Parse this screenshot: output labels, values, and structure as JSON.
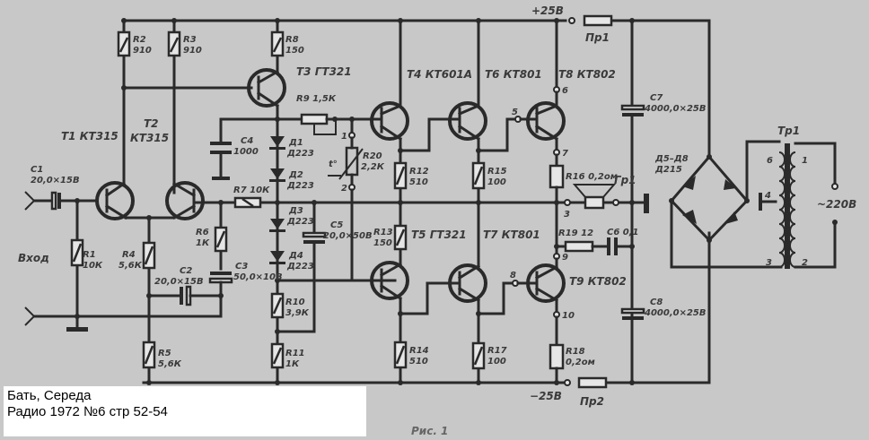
{
  "caption": {
    "authors": "Бать, Середа",
    "source": "Радио 1972 №6 стр 52-54"
  },
  "figure_label": "Рис. 1",
  "supply": {
    "plus": "+25В",
    "minus": "−25В",
    "mains": "~220В"
  },
  "input_label": "Вход",
  "fuses": [
    {
      "ref": "Пр1"
    },
    {
      "ref": "Пр2"
    }
  ],
  "speaker": {
    "ref": "Гр1"
  },
  "transformer": {
    "ref": "Тр1",
    "pins": [
      "1",
      "2",
      "3",
      "4",
      "6"
    ]
  },
  "transistors": [
    {
      "ref": "Т1",
      "type": "КТ315"
    },
    {
      "ref": "Т2",
      "type": "КТ315"
    },
    {
      "ref": "Т3",
      "type": "ГТ321"
    },
    {
      "ref": "Т4",
      "type": "КТ601А"
    },
    {
      "ref": "Т5",
      "type": "ГТ321"
    },
    {
      "ref": "Т6",
      "type": "КТ801"
    },
    {
      "ref": "Т7",
      "type": "КТ801"
    },
    {
      "ref": "Т8",
      "type": "КТ802"
    },
    {
      "ref": "Т9",
      "type": "КТ802"
    }
  ],
  "resistors": [
    {
      "ref": "R1",
      "value": "10К"
    },
    {
      "ref": "R2",
      "value": "910"
    },
    {
      "ref": "R3",
      "value": "910"
    },
    {
      "ref": "R4",
      "value": "5,6К"
    },
    {
      "ref": "R5",
      "value": "5,6К"
    },
    {
      "ref": "R6",
      "value": "1К"
    },
    {
      "ref": "R7",
      "value": "10К"
    },
    {
      "ref": "R8",
      "value": "150"
    },
    {
      "ref": "R9",
      "value": "1,5К"
    },
    {
      "ref": "R10",
      "value": "3,9К"
    },
    {
      "ref": "R11",
      "value": "1К"
    },
    {
      "ref": "R12",
      "value": "510"
    },
    {
      "ref": "R13",
      "value": "150"
    },
    {
      "ref": "R14",
      "value": "510"
    },
    {
      "ref": "R15",
      "value": "100"
    },
    {
      "ref": "R16",
      "value": "0,2ом"
    },
    {
      "ref": "R17",
      "value": "100"
    },
    {
      "ref": "R18",
      "value": "0,2ом"
    },
    {
      "ref": "R19",
      "value": "12"
    },
    {
      "ref": "R20",
      "value": "2,2К"
    }
  ],
  "capacitors": [
    {
      "ref": "С1",
      "value": "20,0×15В"
    },
    {
      "ref": "С2",
      "value": "20,0×15В"
    },
    {
      "ref": "С3",
      "value": "50,0×10В"
    },
    {
      "ref": "С4",
      "value": "1000"
    },
    {
      "ref": "С5",
      "value": "20,0×50В"
    },
    {
      "ref": "С6",
      "value": "0,1"
    },
    {
      "ref": "С7",
      "value": "4000,0×25В"
    },
    {
      "ref": "С8",
      "value": "4000,0×25В"
    }
  ],
  "diodes": [
    {
      "ref": "Д1",
      "type": "Д223"
    },
    {
      "ref": "Д2",
      "type": "Д223"
    },
    {
      "ref": "Д3",
      "type": "Д223"
    },
    {
      "ref": "Д4",
      "type": "Д223"
    },
    {
      "ref": "Д5–Д8",
      "type": "Д215"
    }
  ],
  "terminals": [
    "1",
    "2",
    "3",
    "5",
    "6",
    "7",
    "8",
    "9",
    "10"
  ],
  "thermistor_mark": "t°"
}
